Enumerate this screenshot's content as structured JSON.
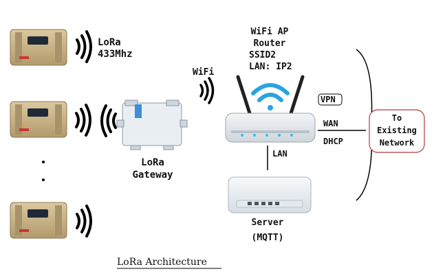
{
  "nodes": {
    "lora_band": [
      "LoRa",
      "433Mhz"
    ],
    "wifi": "WiFi",
    "router": [
      "WiFi AP",
      "Router",
      "SSID2",
      "LAN: IP2"
    ],
    "vpn": "VPN",
    "wan": "WAN",
    "dhcp": "DHCP",
    "lan": "LAN",
    "gateway": [
      "LoRa",
      "Gateway"
    ],
    "server": [
      "Server",
      "(MQTT)"
    ],
    "network": [
      "To",
      "Existing",
      "Network"
    ]
  },
  "caption": "LoRa Architecture",
  "colors": {
    "device_body": "#c8b48a",
    "device_panel": "#1e2a38",
    "gateway_body": "#e9eef3",
    "gateway_blue": "#3a8fd6",
    "wifi_logo": "#29a3e0",
    "network_border": "#b33a3a"
  },
  "icons": [
    "lora-sensor-icon",
    "radio-waves-icon",
    "gateway-icon",
    "router-icon",
    "wifi-logo-icon",
    "server-icon"
  ]
}
